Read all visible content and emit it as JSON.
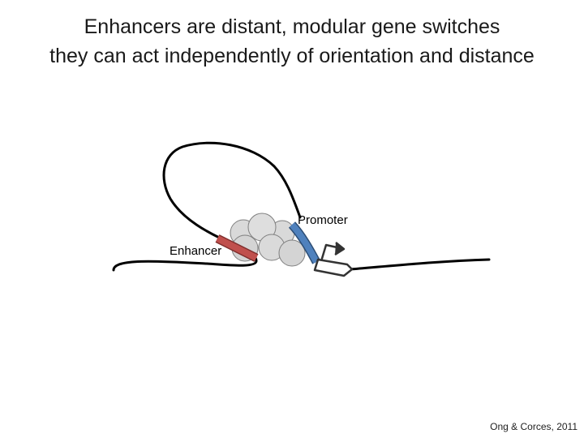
{
  "slide": {
    "title_line_1": "Enhancers are distant, modular gene switches",
    "title_line_2": "they can act independently of orientation and distance",
    "citation": "Ong & Corces, 2011"
  },
  "diagram": {
    "labels": {
      "promoter": "Promoter",
      "enhancer": "Enhancer"
    },
    "colors": {
      "dna_strand": "#000000",
      "enhancer": "#c0504d",
      "promoter": "#4f81bd",
      "protein_complex": "#d9d9d9",
      "arrow": "#333333"
    }
  }
}
